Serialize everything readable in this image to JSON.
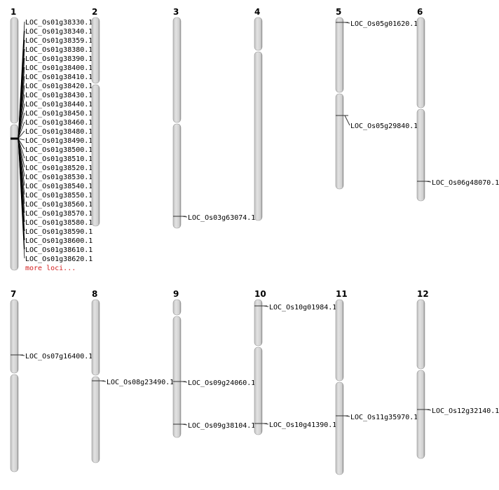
{
  "colors": {
    "chromosome_fill": "#d2d2d2",
    "chromosome_edge": "#7a7a7a",
    "marker": "#000000",
    "more_link": "#d42020"
  },
  "chromosomes": [
    {
      "name": "1",
      "loci": [
        "LOC_Os01g38330.1",
        "LOC_Os01g38340.1",
        "LOC_Os01g38359.1",
        "LOC_Os01g38380.1",
        "LOC_Os01g38390.1",
        "LOC_Os01g38400.1",
        "LOC_Os01g38410.1",
        "LOC_Os01g38420.1",
        "LOC_Os01g38430.1",
        "LOC_Os01g38440.1",
        "LOC_Os01g38450.1",
        "LOC_Os01g38460.1",
        "LOC_Os01g38480.1",
        "LOC_Os01g38490.1",
        "LOC_Os01g38500.1",
        "LOC_Os01g38510.1",
        "LOC_Os01g38520.1",
        "LOC_Os01g38530.1",
        "LOC_Os01g38540.1",
        "LOC_Os01g38550.1",
        "LOC_Os01g38560.1",
        "LOC_Os01g38570.1",
        "LOC_Os01g38580.1",
        "LOC_Os01g38590.1",
        "LOC_Os01g38600.1",
        "LOC_Os01g38610.1",
        "LOC_Os01g38620.1"
      ],
      "more_label": "more loci..."
    },
    {
      "name": "2",
      "loci": []
    },
    {
      "name": "3",
      "loci": [
        "LOC_Os03g63074.1"
      ]
    },
    {
      "name": "4",
      "loci": []
    },
    {
      "name": "5",
      "loci": [
        "LOC_Os05g01620.1",
        "LOC_Os05g29840.1"
      ]
    },
    {
      "name": "6",
      "loci": [
        "LOC_Os06g48070.1"
      ]
    },
    {
      "name": "7",
      "loci": [
        "LOC_Os07g16400.1"
      ]
    },
    {
      "name": "8",
      "loci": [
        "LOC_Os08g23490.1"
      ]
    },
    {
      "name": "9",
      "loci": [
        "LOC_Os09g24060.1",
        "LOC_Os09g38104.1"
      ]
    },
    {
      "name": "10",
      "loci": [
        "LOC_Os10g01984.1",
        "LOC_Os10g41390.1"
      ]
    },
    {
      "name": "11",
      "loci": [
        "LOC_Os11g35970.1"
      ]
    },
    {
      "name": "12",
      "loci": [
        "LOC_Os12g32140.1"
      ]
    }
  ]
}
